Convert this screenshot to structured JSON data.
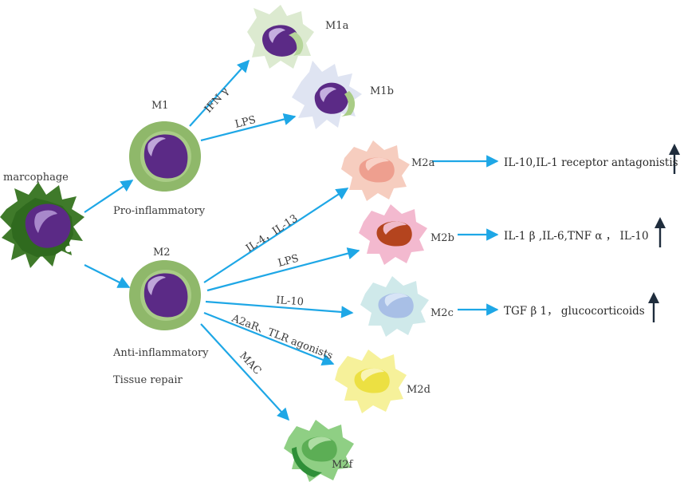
{
  "colors": {
    "arrow": "#1ea7e6",
    "up_arrow": "#1f2d3d",
    "nucleus_purple": "#5b2a86",
    "root_body": "#3f7a2a",
    "m1_m2_body": "#8fb86a",
    "m1a_body": "#dcead0",
    "m1b_body": "#dfe4f2",
    "m2a_body": "#f6cdbf",
    "m2a_nucleus": "#ee9f8f",
    "m2b_body": "#f3b9cf",
    "m2b_nucleus": "#b4441e",
    "m2c_body": "#cfe9ea",
    "m2c_nucleus": "#a8bfe6",
    "m2d_body": "#f6f19a",
    "m2d_nucleus": "#ece042",
    "m2f_body": "#8fcf84",
    "m2f_nucleus": "#5cae55"
  },
  "cells": {
    "macrophage": "marcophage",
    "m1": "M1",
    "m2": "M2",
    "m1a": "M1a",
    "m1b": "M1b",
    "m2a": "M2a",
    "m2b": "M2b",
    "m2c": "M2c",
    "m2d": "M2d",
    "m2f": "M2f"
  },
  "phenotypes": {
    "pro": "Pro-inflammatory",
    "anti": "Anti-inflammatory",
    "repair": "Tissue repair"
  },
  "stimuli": {
    "ifn": "IFN γ",
    "lps_m1b": "LPS",
    "il4_il13": "IL-4，IL-13",
    "lps_m2b": "LPS",
    "il10": "IL-10",
    "a2ar": "A2aR、TLR agonists",
    "mac": "MAC"
  },
  "outputs": {
    "m2a": "IL-10,IL-1 receptor antagonistis",
    "m2b": "IL-1 β ,IL-6,TNF α ， IL-10",
    "m2c": "TGF β 1， glucocorticoids"
  }
}
